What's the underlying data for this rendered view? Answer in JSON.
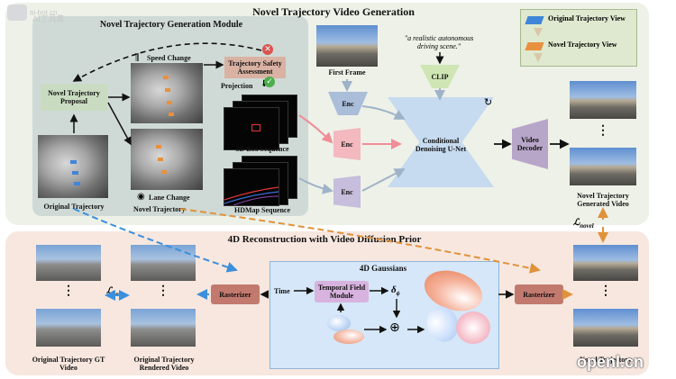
{
  "watermark": {
    "top_left": "ai-bot.cn",
    "top_left_sub": "AI工具集",
    "bottom_right": "openl.cn"
  },
  "top_panel": {
    "title": "Novel Trajectory Video Generation"
  },
  "legend": {
    "original": "Original Trajectory View",
    "novel": "Novel Trajectory View"
  },
  "module": {
    "title": "Novel Trajectory Generation Module",
    "proposal": "Novel Trajectory Proposal",
    "speed_change": "Speed Change",
    "safety": "Trajectory Safety Assessment",
    "projection": "Projection",
    "lane_change": "Lane Change",
    "original_traj": "Original Trajectory",
    "novel_traj": "Novel Trajectory",
    "box_seq": "3D Box Sequence",
    "hdmap_seq": "HDMap Sequence"
  },
  "generation": {
    "first_frame": "First Frame",
    "prompt": "\"a realistic autonomous driving scene.\"",
    "clip": "CLIP",
    "enc": "Enc",
    "unet": "Conditional Denoising U-Net",
    "decoder": "Video Decoder",
    "output": "Novel Trajectory Generated Video",
    "loss_novel": "novel"
  },
  "bottom_panel": {
    "title": "4D Reconstruction with Video Diffusion Prior",
    "loss_ori": "ori",
    "gt_video": "Original Trajectory GT Video",
    "rendered_video": "Original Trajectory Rendered Video",
    "rasterizer_left": "Rasterizer",
    "rasterizer_right": "Rasterizer",
    "gaussians_title": "4D Gaussians",
    "time": "Time",
    "temporal_field": "Temporal Field Module",
    "delta": "δ",
    "delta_sub": "ϕ",
    "plus": "⊕",
    "right_video": "Novel Trajectory"
  },
  "colors": {
    "blue_arrow": "#3b8fdc",
    "orange_arrow": "#e0923a",
    "enc_blue": "#aabdd9",
    "enc_pink": "#f3b9bf",
    "enc_purple": "#c6bedc",
    "unet": "#c6daf0",
    "decoder": "#b8a6c9",
    "clip": "#cfe6b4",
    "rasterizer": "#c27a6f",
    "temporal": "#d8b3df",
    "proposal": "#c9dcc1",
    "safety": "#d9b2a3"
  }
}
